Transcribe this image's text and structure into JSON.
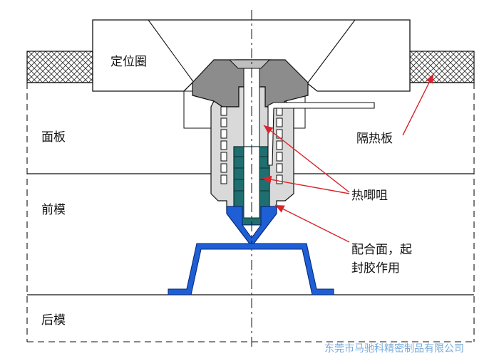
{
  "labels": {
    "locating_ring": "定位圈",
    "face_plate": "面板",
    "insulation_plate": "隔热板",
    "front_mold": "前模",
    "hot_nozzle": "热唧咀",
    "mating_line1": "配合面，起",
    "mating_line2": "封胶作用",
    "rear_mold": "后模"
  },
  "watermark": "东莞市马驰科精密制品有限公司",
  "colors": {
    "line": "#111111",
    "nozzle_body": "#d9d9d9",
    "nozzle_top": "#8c8c8c",
    "core_green": "#1f6f70",
    "tip_blue": "#1e5fd6",
    "part_blue": "#1e5fd6",
    "arrow_red": "#d9252c",
    "hatch": "#333333"
  }
}
